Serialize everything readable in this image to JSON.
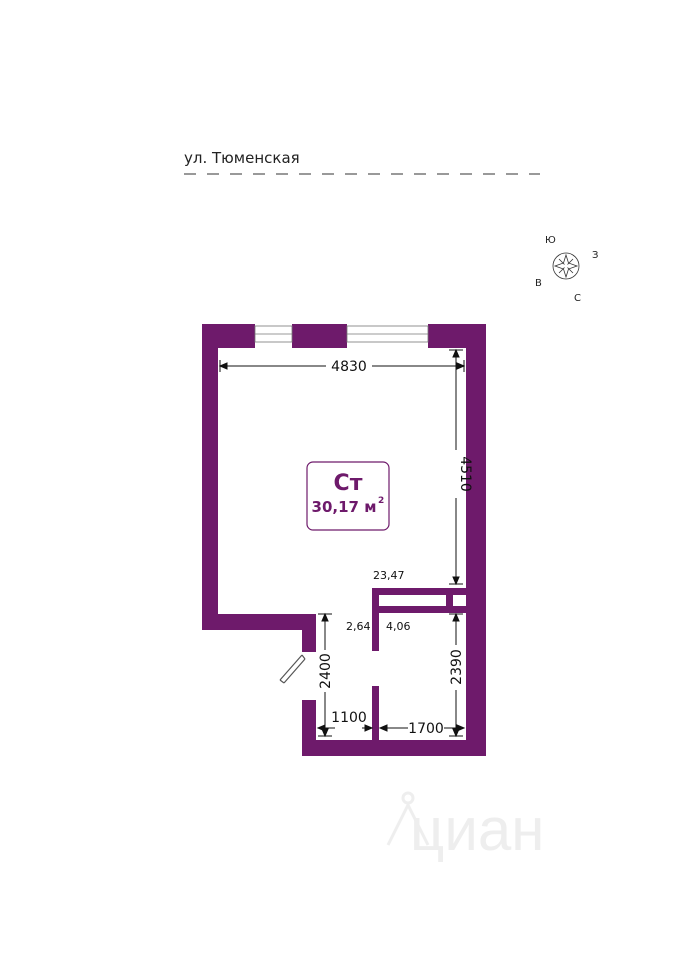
{
  "street": {
    "name": "ул. Тюменская"
  },
  "compass": {
    "north": "Ю",
    "east": "З",
    "south": "С",
    "west": "В"
  },
  "room": {
    "code": "Ст",
    "area": "30,17 м",
    "area_unit_sup": "2"
  },
  "dimensions": {
    "room_width": "4830",
    "room_depth": "4510",
    "hall_width": "1100",
    "bath_width": "1700",
    "hall_depth": "2400",
    "bath_depth": "2390"
  },
  "areas": {
    "main": "23,47",
    "hall": "2,64",
    "bath": "4,06"
  },
  "watermark": {
    "text": "циан"
  },
  "colors": {
    "wall": "#6e1a6b",
    "wall_dark": "#5c1559",
    "line": "#111111"
  }
}
